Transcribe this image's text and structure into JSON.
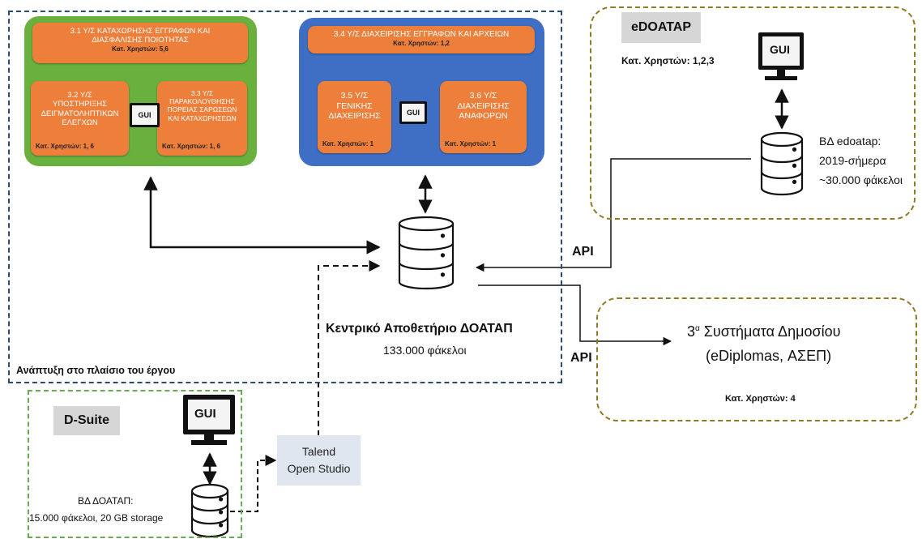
{
  "project_region": {
    "caption": "Ανάπτυξη στο πλαίσιο του έργου",
    "green_panel": {
      "top_box": {
        "title_line1": "3.1 Υ/Σ ΚΑΤΑΧΩΡΗΣΗΣ ΕΓΓΡΑΦΩΝ ΚΑΙ",
        "title_line2": "ΔΙΑΣΦΑΛΙΣΗΣ ΠΟΙΟΤΗΤΑΣ",
        "users": "Κατ. Χρηστών: 5,6"
      },
      "left_box": {
        "line1": "3.2 Υ/Σ",
        "line2": "ΥΠΟΣΤΗΡΙΞΗΣ",
        "line3": "ΔΕΙΓΜΑΤΟΛΗΠΤΙΚΩΝ",
        "line4": "ΕΛΕΓΧΩΝ",
        "users": "Κατ. Χρηστών: 1, 6"
      },
      "right_box": {
        "line1": "3.3 Υ/Σ",
        "line2": "ΠΑΡΑΚΟΛΟΥΘΗΣΗΣ",
        "line3": "ΠΟΡΕΙΑΣ ΣΑΡΩΣΕΩΝ",
        "line4": "ΚΑΙ ΚΑΤΑΧΩΡΗΣΕΩΝ",
        "users": "Κατ. Χρηστών: 1, 6"
      },
      "gui": "GUI"
    },
    "blue_panel": {
      "top_box": {
        "title": "3.4 Υ/Σ ΔΙΑΧΕΙΡΙΣΗΣ ΕΓΓΡΑΦΩΝ ΚΑΙ ΑΡΧΕΙΩΝ",
        "users": "Κατ. Χρηστών: 1,2"
      },
      "left_box": {
        "line1": "3.5 Υ/Σ",
        "line2": "ΓΕΝΙΚΗΣ",
        "line3": "ΔΙΑΧΕΙΡΙΣΗΣ",
        "users": "Κατ. Χρηστών: 1"
      },
      "right_box": {
        "line1": "3.6 Υ/Σ",
        "line2": "ΔΙΑΧΕΙΡΙΣΗΣ",
        "line3": "ΑΝΑΦΟΡΩΝ",
        "users": "Κατ. Χρηστών: 1"
      },
      "gui": "GUI"
    },
    "central_repo": {
      "title": "Κεντρικό Αποθετήριο ΔΟΑΤΑΠ",
      "count": "133.000 φάκελοι"
    }
  },
  "edoatap": {
    "tag": "eDOATAP",
    "users": "Κατ. Χρηστών: 1,2,3",
    "gui": "GUI",
    "db_line1": "ΒΔ edoatap:",
    "db_line2": "2019-σήμερα",
    "db_line3": "~30.000 φάκελοι"
  },
  "public_systems": {
    "line1_prefix": "3",
    "line1_sup": "α",
    "line1_rest": " Συστήματα Δημοσίου",
    "line2": "(eDiplomas, ΑΣΕΠ)",
    "users": "Κατ. Χρηστών: 4"
  },
  "api_labels": [
    "API",
    "API"
  ],
  "dsuite": {
    "tag": "D-Suite",
    "gui": "GUI",
    "db_line1": "ΒΔ ΔΟΑΤΑΠ:",
    "db_line2": "15.000 φάκελοι,  20 GB storage"
  },
  "talend": {
    "line1": "Talend",
    "line2": "Open Studio"
  },
  "colors": {
    "orange": "#ee7f3b",
    "green_panel": "#6ab03f",
    "blue_panel": "#3e6fc4",
    "olive_dash": "#8f7a26",
    "blue_dash": "#2d4a72",
    "green_dash": "#6aaa55"
  },
  "icons": [
    "gui-monitor-icon",
    "database-icon"
  ]
}
